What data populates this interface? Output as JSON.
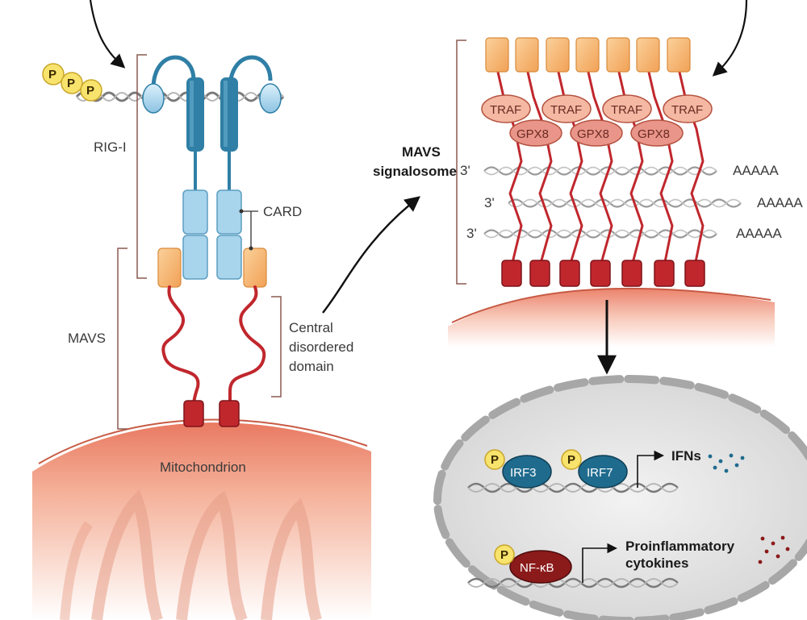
{
  "labels": {
    "rig_i": "RIG-I",
    "card": "CARD",
    "mavs": "MAVS",
    "central_disordered": [
      "Central",
      "disordered",
      "domain"
    ],
    "mitochondrion": "Mitochondrion",
    "signalosome": [
      "MAVS",
      "signalosome"
    ],
    "traf": "TRAF",
    "gpx8": "GPX8",
    "three_prime": "3'",
    "polya": "AAAAA",
    "phospho": "P",
    "irf3": "IRF3",
    "irf7": "IRF7",
    "nfkb": "NF-κB",
    "ifns": "IFNs",
    "proinflammatory": [
      "Proinflammatory",
      "cytokines"
    ]
  },
  "colors": {
    "orange_domain": "#f5b26b",
    "card_blue": "#a8d4ec",
    "rig_blue": "#2f7fa6",
    "mavs_red": "#c0272d",
    "mito": "#f2b39a",
    "pill_fill": "#f4b8a3",
    "irf_fill": "#1f6b8e",
    "nfkb_fill": "#8b1a1a",
    "phospho_yellow": "#f8e36d",
    "nucleus_gray": "#d9d9d9"
  }
}
